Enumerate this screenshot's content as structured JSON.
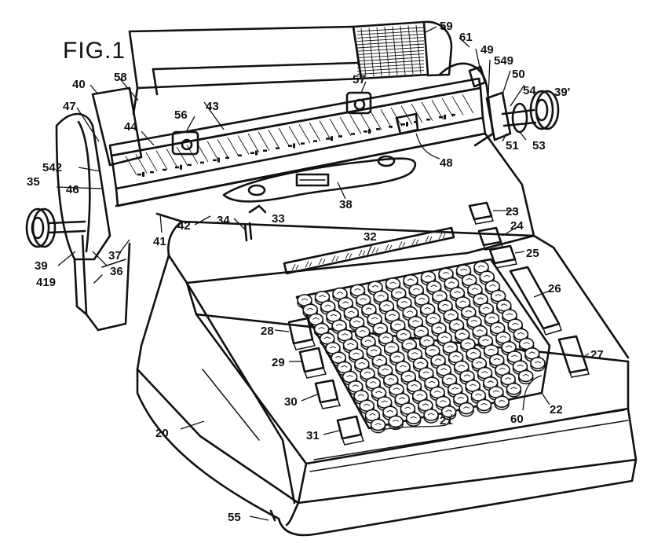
{
  "figure": {
    "title": "FIG.1",
    "labels": {
      "l20": "20",
      "l21": "21",
      "l22": "22",
      "l23": "23",
      "l24": "24",
      "l25": "25",
      "l26": "26",
      "l27": "27",
      "l28": "28",
      "l29": "29",
      "l30": "30",
      "l31": "31",
      "l32": "32",
      "l33": "33",
      "l34": "34",
      "l35": "35",
      "l36": "36",
      "l37": "37",
      "l38": "38",
      "l39": "39",
      "l39p": "39'",
      "l40": "40",
      "l41": "41",
      "l42": "42",
      "l43": "43",
      "l44": "44",
      "l46": "46",
      "l47": "47",
      "l48": "48",
      "l49": "49",
      "l50": "50",
      "l51": "51",
      "l53": "53",
      "l54": "54",
      "l55": "55",
      "l56": "56",
      "l57": "57",
      "l58": "58",
      "l59": "59",
      "l60": "60",
      "l61": "61",
      "l419": "419",
      "l542": "542",
      "l549": "549"
    },
    "keyboard": {
      "rows": 14,
      "cols": 11
    },
    "ink_color": "#111111",
    "paper_color": "#ffffff"
  }
}
